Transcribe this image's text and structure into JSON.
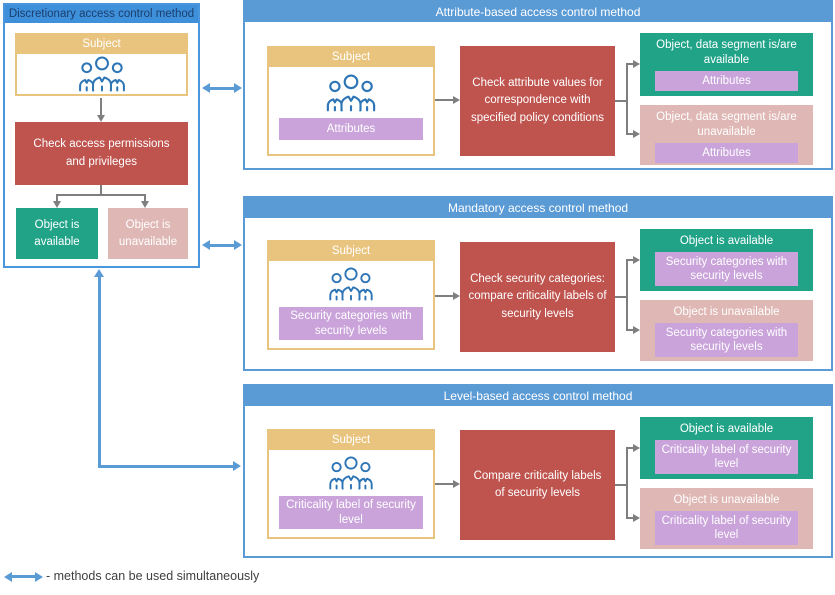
{
  "colors": {
    "panel_border_blue": "#5B9BD5",
    "discretionary_header_blue": "#3F90DA",
    "discretionary_title_navy": "#1A3E6E",
    "subject_gold": "#E9C47E",
    "process_red": "#BF544F",
    "available_green": "#21A388",
    "unavailable_pink": "#DFB8B6",
    "tag_purple": "#C9A3DA",
    "connector_gray": "#7F7F7F",
    "people_icon_blue": "#2E75B6"
  },
  "legend": {
    "label": "- methods can be used simultaneously"
  },
  "panels": {
    "discretionary": {
      "title": "Discretionary access control method",
      "subject": "Subject",
      "check": "Check access permissions and privileges",
      "available": "Object is available",
      "unavailable": "Object is unavailable"
    },
    "attribute": {
      "title": "Attribute-based access control method",
      "subject": "Subject",
      "subject_tag": "Attributes",
      "check": "Check attribute values for correspondence with specified policy conditions",
      "available": "Object, data segment is/are available",
      "available_tag": "Attributes",
      "unavailable": "Object, data segment is/are unavailable",
      "unavailable_tag": "Attributes"
    },
    "mandatory": {
      "title": "Mandatory access control method",
      "subject": "Subject",
      "subject_tag": "Security categories with security levels",
      "check": "Check security categories: compare criticality labels of security levels",
      "available": "Object is available",
      "available_tag": "Security categories with security levels",
      "unavailable": "Object is unavailable",
      "unavailable_tag": "Security categories with security levels"
    },
    "level": {
      "title": "Level-based access control method",
      "subject": "Subject",
      "subject_tag": "Criticality label of security level",
      "check": "Compare criticality labels of security levels",
      "available": "Object is available",
      "available_tag": "Criticality label of security level",
      "unavailable": "Object is unavailable",
      "unavailable_tag": "Criticality label of security level"
    }
  }
}
